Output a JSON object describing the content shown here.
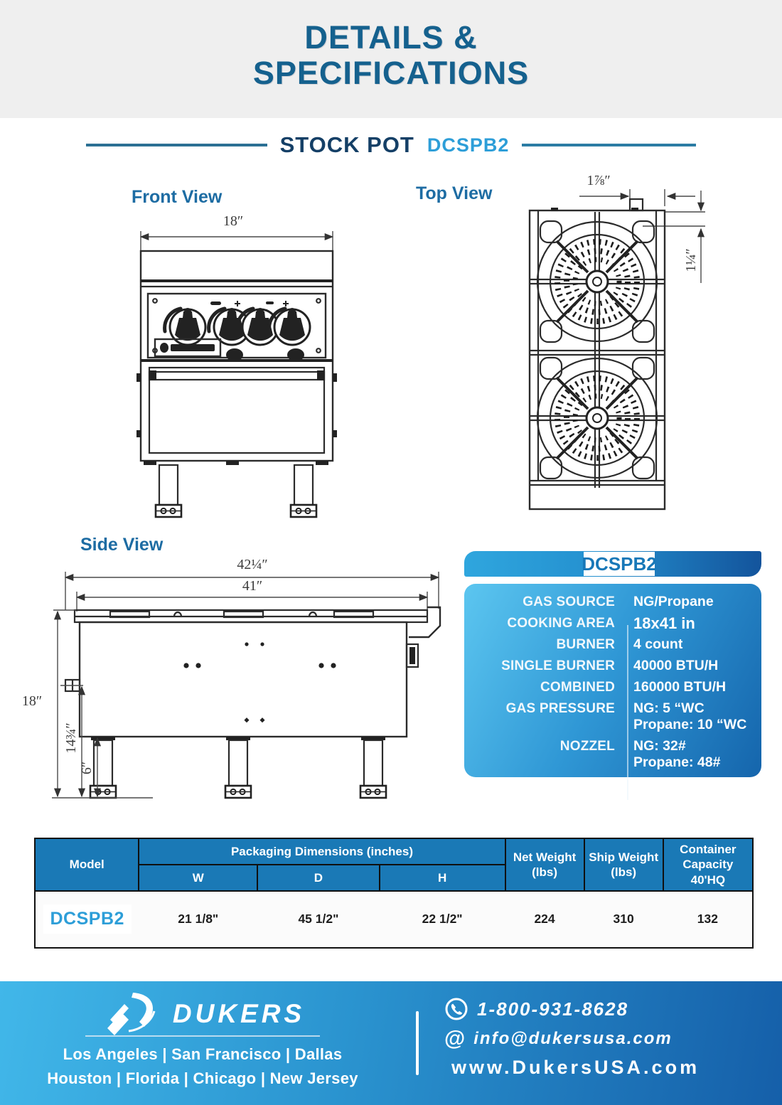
{
  "header": {
    "title_line1": "DETAILS &",
    "title_line2": "SPECIFICATIONS"
  },
  "section": {
    "title": "STOCK POT",
    "model": "DCSPB2"
  },
  "views": {
    "front": {
      "label": "Front View",
      "dim_width": "18″"
    },
    "top": {
      "label": "Top View",
      "dim_inlet_offset": "1⅞″",
      "dim_inlet_drop": "1¼″"
    },
    "side": {
      "label": "Side View",
      "dim_overall_depth": "42¼″",
      "dim_inner_depth": "41″",
      "dim_height": "18″",
      "dim_body_height": "14¾″",
      "dim_leg_height": "6″"
    }
  },
  "spec_panel": {
    "model": "DCSPB2",
    "rows": [
      {
        "label": "GAS SOURCE",
        "value": "NG/Propane"
      },
      {
        "label": "COOKING AREA",
        "value": "18x41 in"
      },
      {
        "label": "BURNER",
        "value": "4 count"
      },
      {
        "label": "SINGLE BURNER",
        "value": "40000 BTU/H"
      },
      {
        "label": "COMBINED",
        "value": "160000 BTU/H"
      },
      {
        "label": "GAS PRESSURE",
        "value": "NG: 5 “WC\nPropane: 10 “WC"
      },
      {
        "label": "NOZZEL",
        "value": "NG: 32#\nPropane: 48#"
      }
    ]
  },
  "table": {
    "headers": {
      "model": "Model",
      "packaging": "Packaging Dimensions (inches)",
      "w": "W",
      "d": "D",
      "h": "H",
      "net_weight": "Net Weight\n(lbs)",
      "ship_weight": "Ship Weight\n(lbs)",
      "capacity": "Container Capacity\n40'HQ"
    },
    "row": {
      "model": "DCSPB2",
      "w": "21 1/8\"",
      "d": "45 1/2\"",
      "h": "22 1/2\"",
      "net_weight": "224",
      "ship_weight": "310",
      "capacity": "132"
    }
  },
  "footer": {
    "brand": "DUKERS",
    "cities_line1": "Los Angeles | San Francisco | Dallas",
    "cities_line2": "Houston | Florida | Chicago | New Jersey",
    "phone": "1-800-931-8628",
    "email": "info@dukersusa.com",
    "website": "www.DukersUSA.com"
  },
  "colors": {
    "title_blue": "#15618e",
    "accent_blue": "#2d9ed8",
    "dark_navy": "#143f66",
    "panel_gradient_start": "#5cc6f0",
    "panel_gradient_end": "#1565ac",
    "table_header_blue": "#1a79b6",
    "footer_gradient_start": "#41b7e9",
    "footer_gradient_end": "#155fa9",
    "background_gray": "#efefef"
  }
}
